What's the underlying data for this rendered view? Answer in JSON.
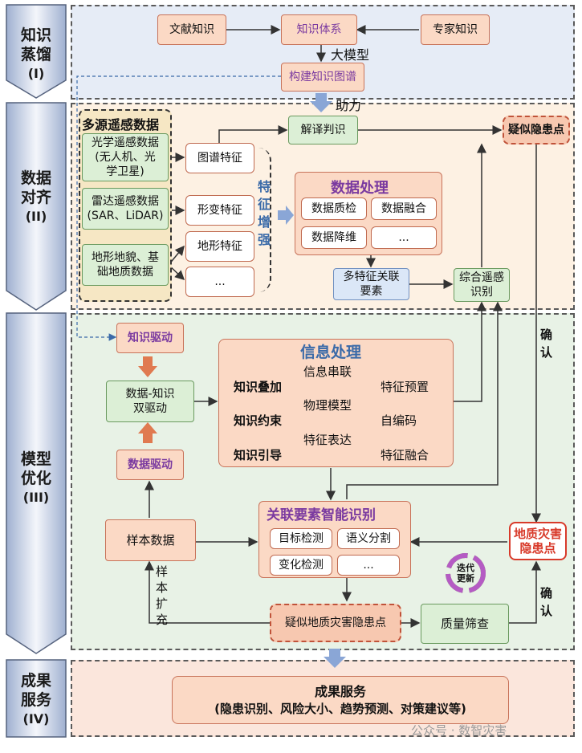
{
  "stages": [
    {
      "name": "知识\n蒸馏",
      "roman": "(I)"
    },
    {
      "name": "数据\n对齐",
      "roman": "(II)"
    },
    {
      "name": "模型\n优化",
      "roman": "(III)"
    },
    {
      "name": "成果\n服务",
      "roman": "(IV)"
    }
  ],
  "s1": {
    "literature": "文献知识",
    "system": "知识体系",
    "expert": "专家知识",
    "llm": "大模型",
    "graph": "构建知识图谱",
    "assist": "助力"
  },
  "s2": {
    "multisource_title": "多源遥感数据",
    "sources": [
      "光学遥感数据\n(无人机、光\n学卫星)",
      "雷达遥感数据\n(SAR、LiDAR)",
      "地形地貌、基\n础地质数据"
    ],
    "features": [
      "图谱特征",
      "形变特征",
      "地形特征",
      "..."
    ],
    "enhance": "特\n征\n增\n强",
    "interpret": "解译判识",
    "suspected": "疑似隐患点",
    "processing_title": "数据处理",
    "processing_items": [
      "数据质检",
      "数据融合",
      "数据降维",
      "..."
    ],
    "multi_feature": "多特征关联\n要素",
    "comprehensive": "综合遥感\n识别"
  },
  "s3": {
    "knowledge_drive": "知识驱动",
    "dual_drive": "数据-知识\n双驱动",
    "data_drive": "数据驱动",
    "info_title": "信息处理",
    "rows": [
      {
        "left": "知识叠加",
        "mid": "信息串联",
        "right": "特征预置"
      },
      {
        "left": "知识约束",
        "mid": "物理模型",
        "right": "自编码"
      },
      {
        "left": "知识引导",
        "mid": "特征表达",
        "right": "特征融合"
      }
    ],
    "sample": "样本数据",
    "assoc_title": "关联要素智能识别",
    "assoc_items": [
      "目标检测",
      "语义分割",
      "变化检测",
      "..."
    ],
    "iterate": "迭代\n更新",
    "hazard_point": "地质灾害\n隐患点",
    "sample_expand": "样\n本\n扩\n充",
    "suspected_geo": "疑似地质灾害隐患点",
    "quality": "质量筛查",
    "confirm1": "确\n认",
    "confirm2": "确\n认"
  },
  "s4": {
    "title": "成果服务",
    "subtitle": "(隐患识别、风险大小、趋势预测、对策建议等)"
  },
  "watermark": "公众号 · 数智灾害",
  "colors": {
    "stage1": "#e6ecf6",
    "stage2": "#fdf1e3",
    "stage3": "#e8f2e6",
    "stage4": "#fbe6dc",
    "accent_purple": "#7a3aa0",
    "arrow_blue": "#8aa6d6"
  }
}
